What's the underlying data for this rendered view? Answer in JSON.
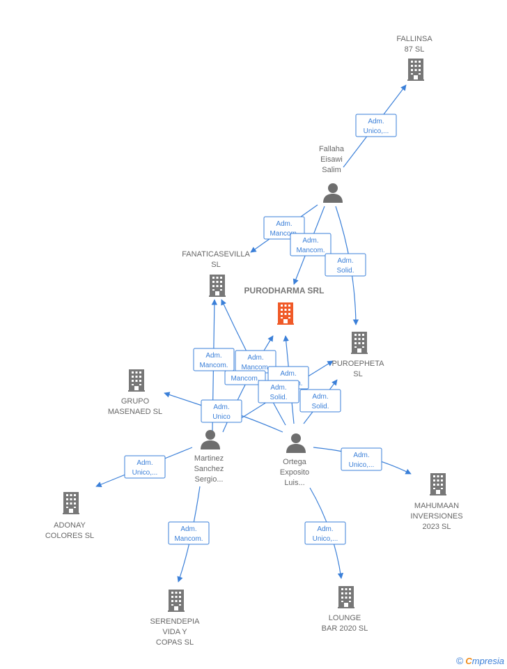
{
  "colors": {
    "edge": "#3a7fd8",
    "company": "#777777",
    "main_company": "#f05a28",
    "person": "#6e6e6e"
  },
  "nodes": [
    {
      "id": "fallinsa",
      "type": "company",
      "label": [
        "FALLINSA",
        "87  SL"
      ]
    },
    {
      "id": "fallaha",
      "type": "person",
      "label": [
        "Fallaha",
        "Eisawi",
        "Salim"
      ]
    },
    {
      "id": "fanaticasevilla",
      "type": "company",
      "label": [
        "FANATICASEVILLA",
        "SL"
      ]
    },
    {
      "id": "purodharma",
      "type": "main",
      "label": [
        "PURODHARMA SRL"
      ]
    },
    {
      "id": "puroepheta",
      "type": "company",
      "label": [
        "PUROEPHETA",
        "SL"
      ]
    },
    {
      "id": "grupo",
      "type": "company",
      "label": [
        "GRUPO",
        "MASENAED  SL"
      ]
    },
    {
      "id": "martinez",
      "type": "person",
      "label": [
        "Martinez",
        "Sanchez",
        "Sergio..."
      ]
    },
    {
      "id": "ortega",
      "type": "person",
      "label": [
        "Ortega",
        "Exposito",
        "Luis..."
      ]
    },
    {
      "id": "mahumaan",
      "type": "company",
      "label": [
        "MAHUMAAN",
        "INVERSIONES",
        "2023  SL"
      ]
    },
    {
      "id": "adonay",
      "type": "company",
      "label": [
        "ADONAY",
        "COLORES  SL"
      ]
    },
    {
      "id": "serendepia",
      "type": "company",
      "label": [
        "SERENDEPIA",
        "VIDA Y",
        "COPAS  SL"
      ]
    },
    {
      "id": "lounge",
      "type": "company",
      "label": [
        "LOUNGE",
        "BAR 2020  SL"
      ]
    }
  ],
  "edge_labels": [
    [
      "Adm.",
      "Unico,..."
    ],
    [
      "Adm.",
      "Mancom."
    ],
    [
      "Adm.",
      "Mancom."
    ],
    [
      "Adm.",
      "Solid."
    ],
    [
      "Adm.",
      "Mancom."
    ],
    [
      "Adm.",
      "Mancom."
    ],
    [
      "Mancom."
    ],
    [
      "Adm.",
      "Mancom."
    ],
    [
      "Adm.",
      "Solid."
    ],
    [
      "Adm.",
      "Solid."
    ],
    [
      "Adm.",
      "Unico"
    ],
    [
      "Adm.",
      "Unico,..."
    ],
    [
      "Adm.",
      "Unico,..."
    ],
    [
      "Adm.",
      "Mancom."
    ],
    [
      "Adm.",
      "Unico,..."
    ]
  ],
  "footer": {
    "copyright": "©",
    "brand_first": "C",
    "brand_rest": "mpresia"
  }
}
